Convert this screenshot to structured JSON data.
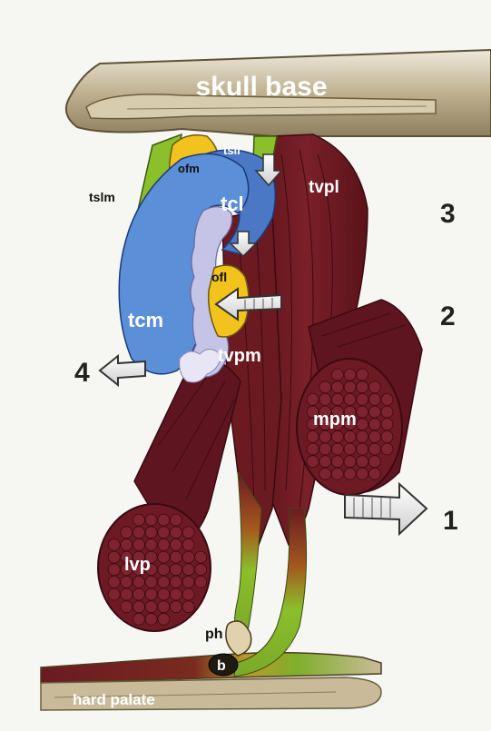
{
  "labels": {
    "skull_base": "skull base",
    "hard_palate": "hard palate",
    "tslm": "tslm",
    "ofm": "ofm",
    "tsll": "tsll",
    "tcl": "tcl",
    "tvpl": "tvpl",
    "ofl": "ofl",
    "tcm": "tcm",
    "tvpm": "tvpm",
    "mpm": "mpm",
    "lvp": "lvp",
    "ph": "ph",
    "b": "b"
  },
  "markers": {
    "one": "1",
    "two": "2",
    "three": "3",
    "four": "4"
  },
  "colors": {
    "muscle": "#6b1a22",
    "muscle_dark": "#4a0e15",
    "cartilage_blue": "#5b8fd8",
    "cartilage_yellow": "#f2c21d",
    "tendon_green": "#8bbf2b",
    "bone": "#c9bb9a"
  }
}
